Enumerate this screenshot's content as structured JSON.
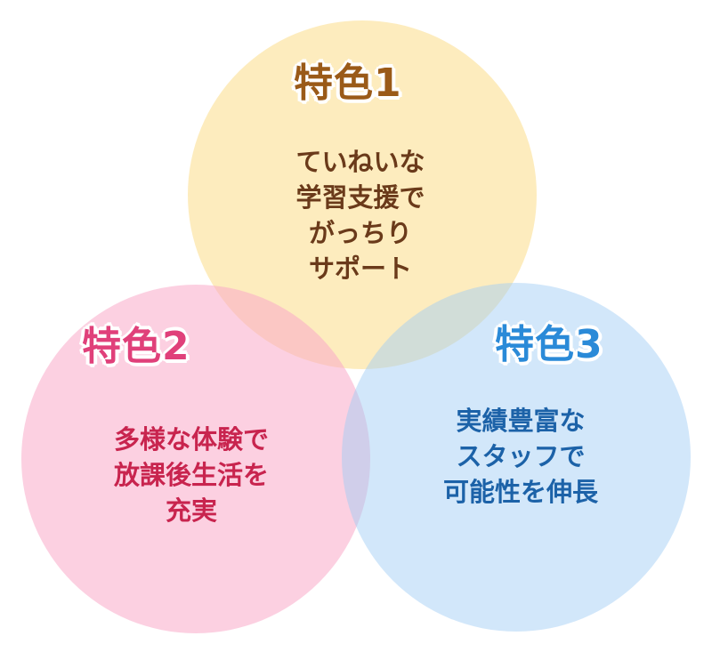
{
  "features": [
    {
      "title": "特色1",
      "lines": [
        "ていねいな",
        "学習支援で",
        "がっちり",
        "サポート"
      ],
      "title_color": "#9a5a18",
      "text_color": "#6a3a1a",
      "circle_color": "#fce096"
    },
    {
      "title": "特色2",
      "lines": [
        "多様な体験で",
        "放課後生活を",
        "充実"
      ],
      "title_color": "#e0407a",
      "text_color": "#c8244e",
      "circle_color": "#faaac8"
    },
    {
      "title": "特色3",
      "lines": [
        "実績豊富な",
        "スタッフで",
        "可能性を伸長"
      ],
      "title_color": "#2a8ad8",
      "text_color": "#1c62a8",
      "circle_color": "#a0cdf5"
    }
  ]
}
